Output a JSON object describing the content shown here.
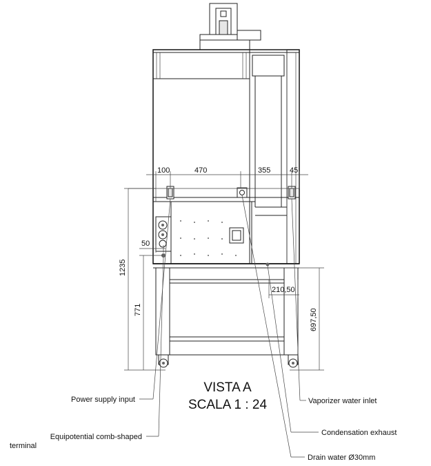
{
  "dimensions": {
    "top": [
      "100",
      "470",
      "355",
      "45"
    ],
    "left_outer": "1235",
    "left_inner": "771",
    "left_small": "50",
    "right_height": "697,50",
    "right_inner": "210,50"
  },
  "view": {
    "title": "VISTA A",
    "scale": "SCALA 1 : 24"
  },
  "callouts": {
    "power_supply": "Power supply input",
    "equipotential_1": "Equipotential comb-shaped",
    "equipotential_2": "terminal",
    "vaporizer": "Vaporizer water inlet",
    "condensation": "Condensation exhaust",
    "drain": "Drain water Ø30mm"
  }
}
